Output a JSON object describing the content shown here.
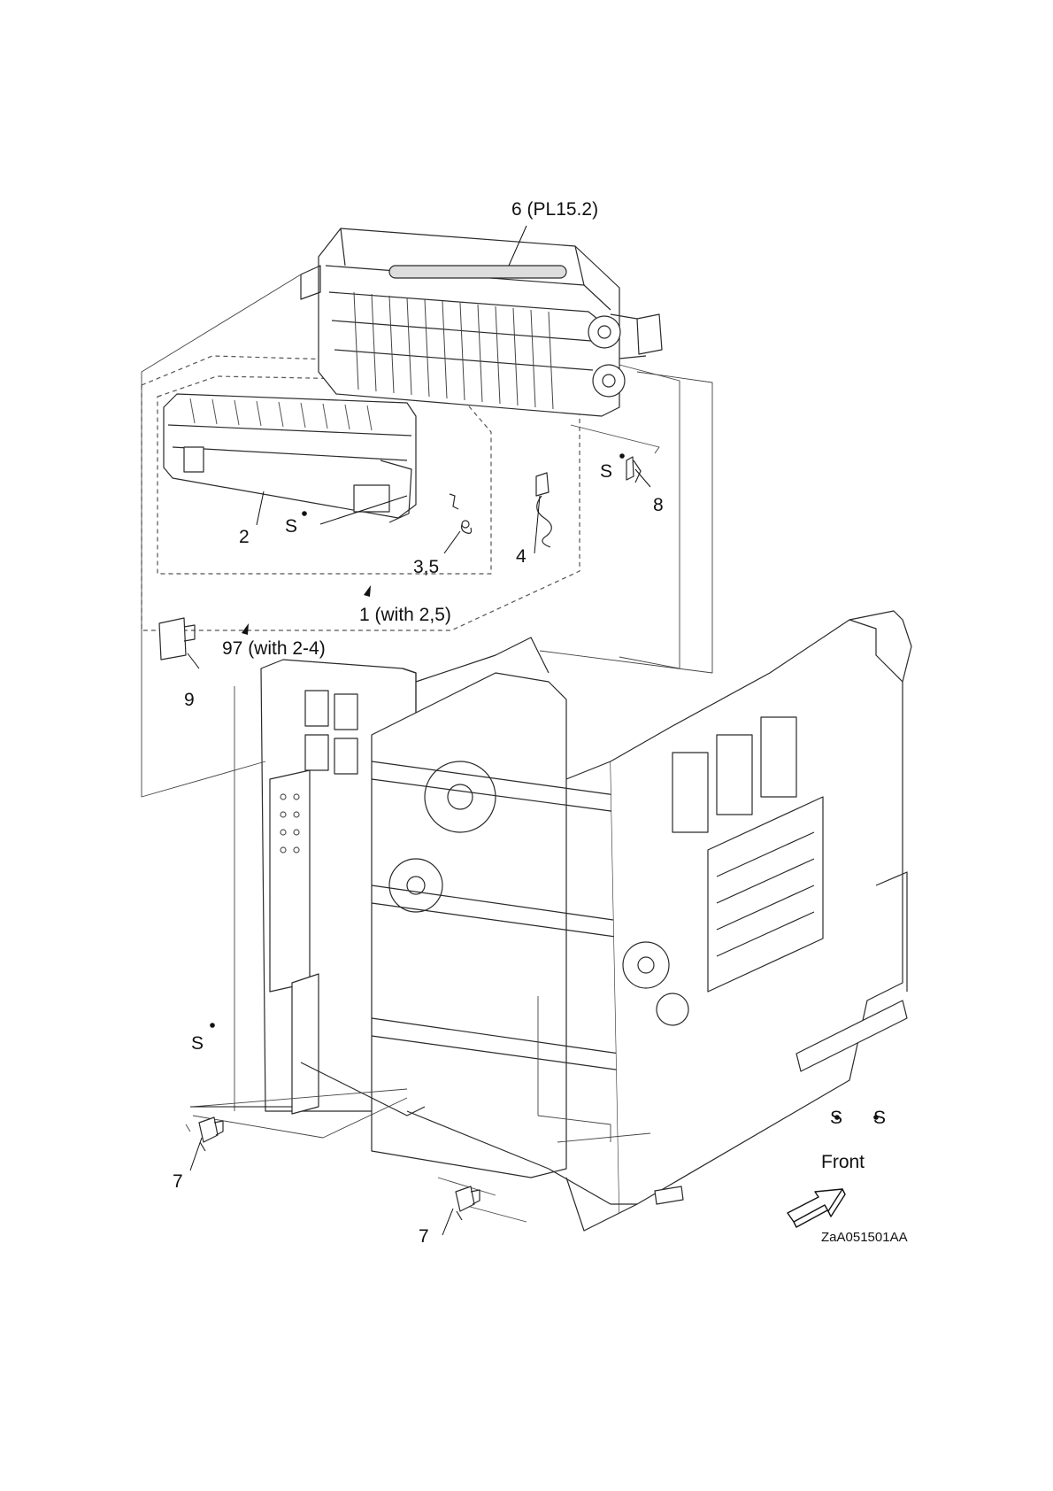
{
  "callouts": {
    "c6": "6 (PL15.2)",
    "c8": "8",
    "c2": "2",
    "c35": "3,5",
    "c4": "4",
    "c1": "1 (with 2,5)",
    "c97": "97 (with 2-4)",
    "c9": "9",
    "c7a": "7",
    "c7b": "7"
  },
  "screw_marks": [
    "S",
    "S",
    "S",
    "S",
    "S"
  ],
  "front_label": "Front",
  "figure_code": "ZaA051501AA",
  "colors": {
    "line": "#2a2a2a",
    "fill": "#ffffff",
    "shade": "#bcbcbc"
  }
}
